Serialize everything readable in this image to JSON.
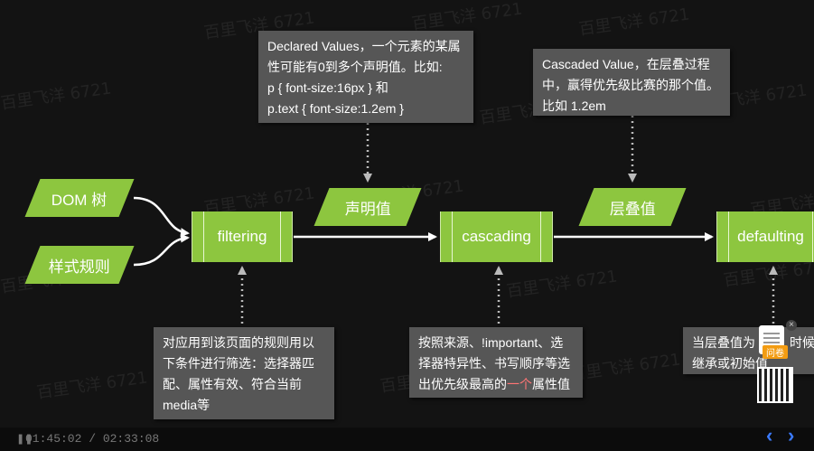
{
  "watermark_text": "百里飞洋 6721",
  "colors": {
    "node_fill": "#8dc63f",
    "note_fill": "#565656",
    "background": "#131313",
    "highlight": "#ff7575"
  },
  "nodes": {
    "dom": "DOM 树",
    "style_rules": "样式规则",
    "filtering": "filtering",
    "declared": "声明值",
    "cascading": "cascading",
    "cascaded": "层叠值",
    "defaulting": "defaulting"
  },
  "notes": {
    "declared": [
      "Declared Values，一个元素的某属",
      "性可能有0到多个声明值。比如:",
      "p { font-size:16px } 和",
      "p.text { font-size:1.2em }"
    ],
    "cascaded": [
      "Cascaded Value，在层叠过程",
      "中，赢得优先级比赛的那个值。",
      "比如 1.2em"
    ],
    "filtering": [
      "对应用到该页面的规则用以",
      "下条件进行筛选：选择器匹",
      "配、属性有效、符合当前",
      "media等"
    ],
    "cascading_a": [
      "按照来源、!important、选",
      "择器特异性、书写顺序等选"
    ],
    "cascading_b_pre": "出优先级最高的",
    "cascading_b_hl": "一个",
    "cascading_b_post": "属性值",
    "defaulting_a": "当层叠值为",
    "defaulting_b": "时候",
    "defaulting_c": "继承或初始值"
  },
  "player": {
    "time": "01:45:02 / 02:33:08",
    "prev": "‹",
    "next": "›"
  },
  "widget": {
    "badge": "问卷",
    "close": "×"
  }
}
